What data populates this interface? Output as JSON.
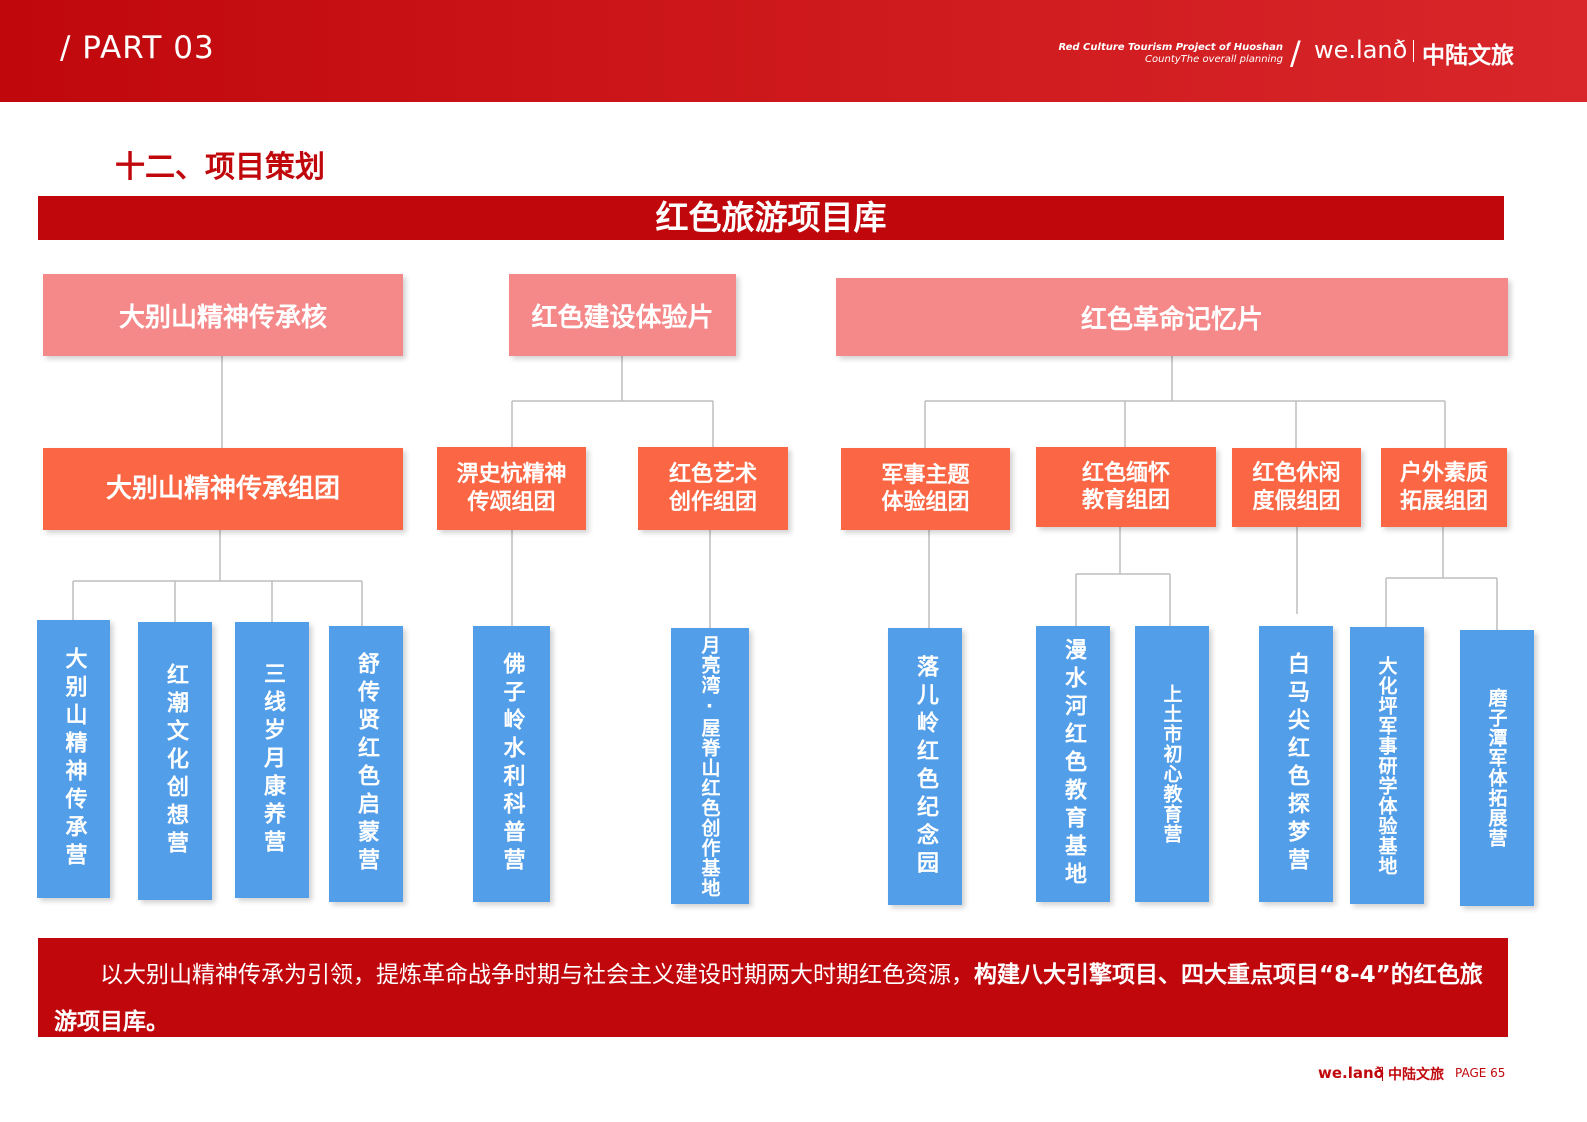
{
  "header": {
    "part": "/ PART 03",
    "brand_en_line1": "Red Culture Tourism Project of Huoshan",
    "brand_en_line2": "CountyThe overall planning",
    "brand_slash": "/",
    "brand_logo": "we.lanð",
    "brand_cn": "中陆文旅"
  },
  "section_title": "十二、项目策划",
  "banner_title": "红色旅游项目库",
  "level1": [
    {
      "label": "大别山精神传承核"
    },
    {
      "label": "红色建设体验片"
    },
    {
      "label": "红色革命记忆片"
    }
  ],
  "level2": [
    {
      "label": "大别山精神传承组团"
    },
    {
      "label": "淠史杭精神\n传颂组团"
    },
    {
      "label": "红色艺术\n创作组团"
    },
    {
      "label": "军事主题\n体验组团"
    },
    {
      "label": "红色缅怀\n教育组团"
    },
    {
      "label": "红色休闲\n度假组团"
    },
    {
      "label": "户外素质\n拓展组团"
    }
  ],
  "level3": [
    {
      "label": "大别山精神传承营"
    },
    {
      "label": "红潮文化创想营"
    },
    {
      "label": "三线岁月康养营"
    },
    {
      "label": "舒传贤红色启蒙营"
    },
    {
      "label": "佛子岭水利科普营"
    },
    {
      "label": "月亮湾·屋脊山红色创作基地"
    },
    {
      "label": "落儿岭红色纪念园"
    },
    {
      "label": "漫水河红色教育基地"
    },
    {
      "label": "上土市初心教育营"
    },
    {
      "label": "白马尖红色探梦营"
    },
    {
      "label": "大化坪军事研学体验基地"
    },
    {
      "label": "磨子潭军体拓展营"
    }
  ],
  "statement": {
    "normal": "以大别山精神传承为引领，提炼革命战争时期与社会主义建设时期两大时期红色资源，",
    "bold": "构建八大引擎项目、四大重点项目“8-4”的红色旅游项目库。"
  },
  "footer": {
    "logo": "we.lanð",
    "cn": "中陆文旅",
    "page": "PAGE  65"
  },
  "colors": {
    "brand_red": "#c0080c",
    "pink": "#f5898a",
    "orange": "#fb6745",
    "blue": "#539ee8",
    "connector": "#bdbdbd"
  }
}
